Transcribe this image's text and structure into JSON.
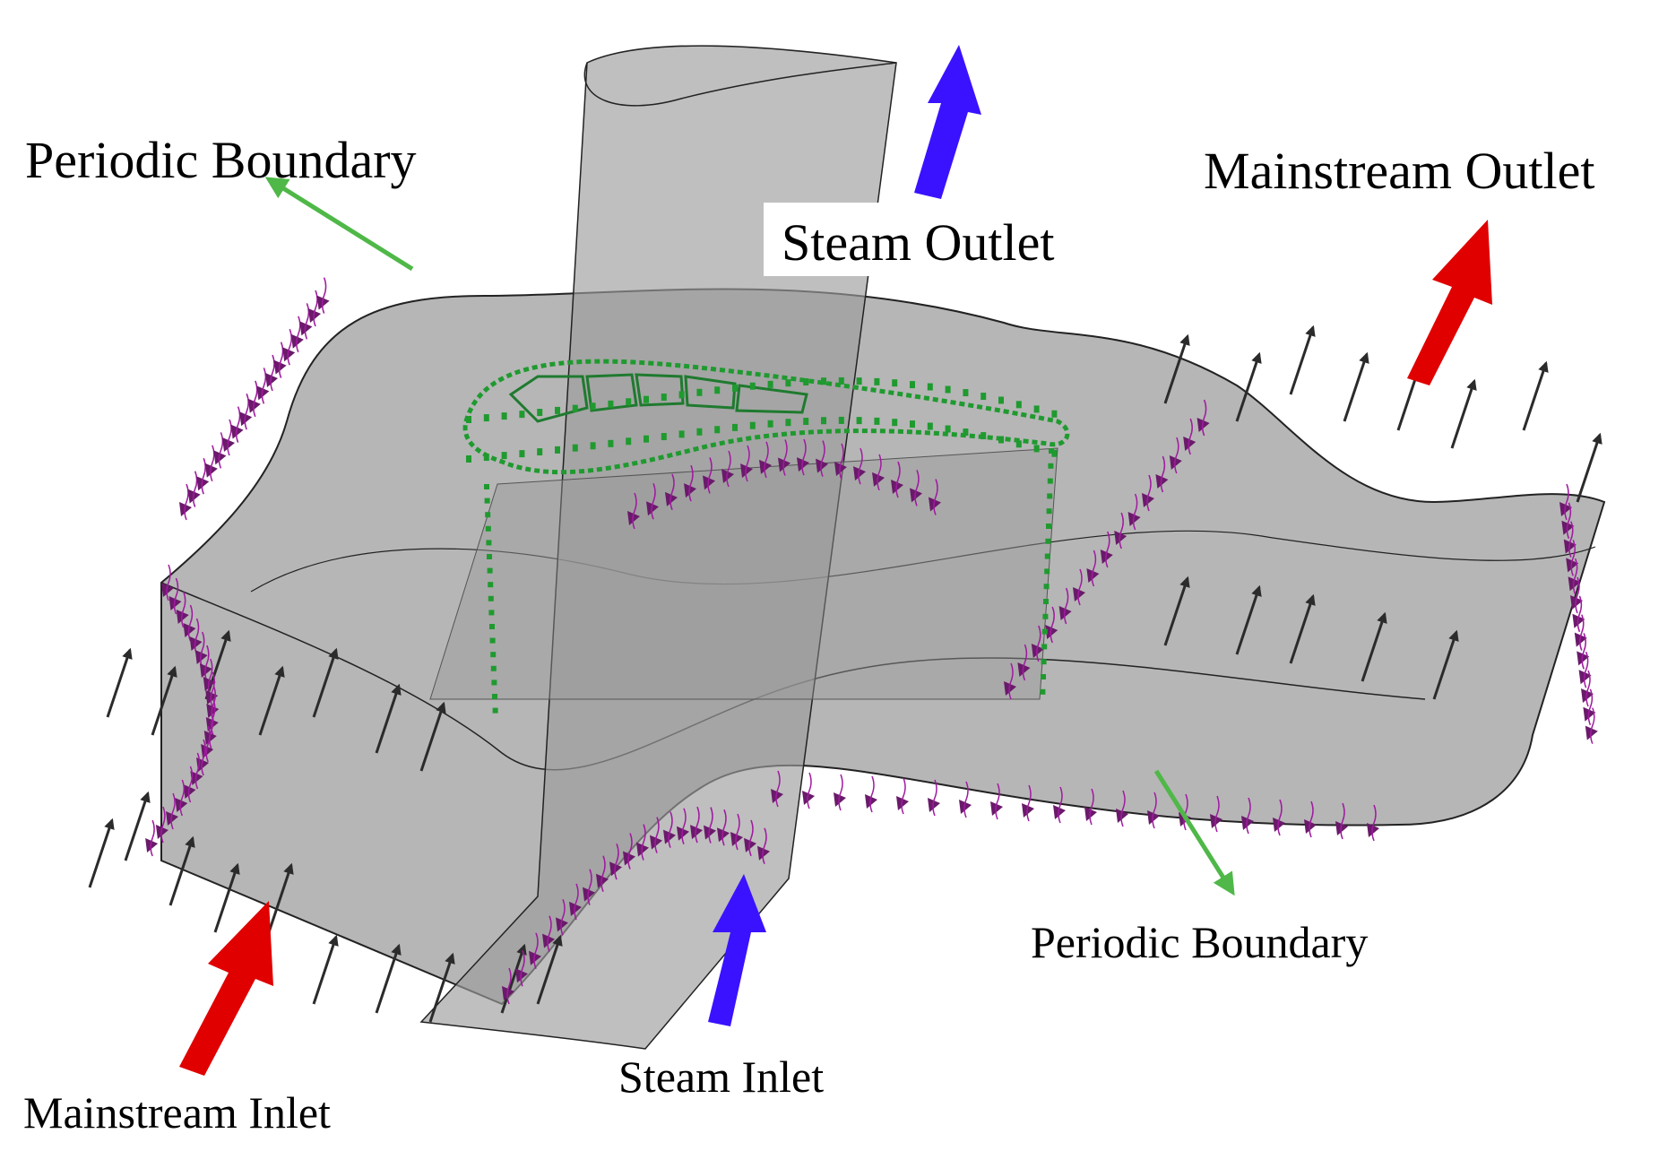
{
  "labels": {
    "periodic_top": "Periodic Boundary",
    "periodic_bottom": "Periodic Boundary",
    "steam_outlet": "Steam Outlet",
    "steam_inlet": "Steam Inlet",
    "mainstream_outlet": "Mainstream Outlet",
    "mainstream_inlet": "Mainstream Inlet"
  },
  "colors": {
    "domain_fill": "#a9a9a9",
    "edge": "#222222",
    "flow_arrow": "#2b2b2b",
    "boundary_marker": "#8a1a8a",
    "film_cooling_marker": "#1f9a2f",
    "mainstream_arrow": "#e00000",
    "steam_arrow": "#3a12ff",
    "pointer_arrow": "#4fb848"
  },
  "icons": {
    "big_flow_arrow": "block-arrow-icon",
    "pointer": "line-arrow-icon"
  }
}
